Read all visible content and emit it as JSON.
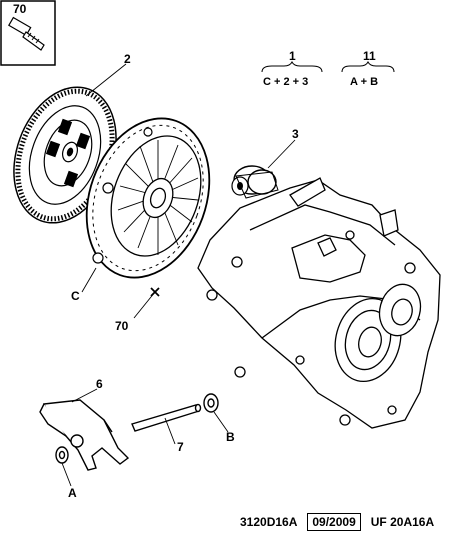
{
  "part_refs": {
    "inset_bolt": "70",
    "clutch_disc": "2",
    "release_bearing": "3",
    "pressure_plate": "C",
    "bolt": "70",
    "fork": "6",
    "pivot_pin": "7",
    "bush_a": "A",
    "bush_b": "B"
  },
  "legend": {
    "kit_1": {
      "number": "1",
      "formula": "C + 2 + 3"
    },
    "kit_11": {
      "number": "11",
      "formula": "A + B"
    }
  },
  "footer": {
    "diagram_code": "3120D16A",
    "date": "09/2009",
    "ref_code": "UF 20A16A"
  }
}
